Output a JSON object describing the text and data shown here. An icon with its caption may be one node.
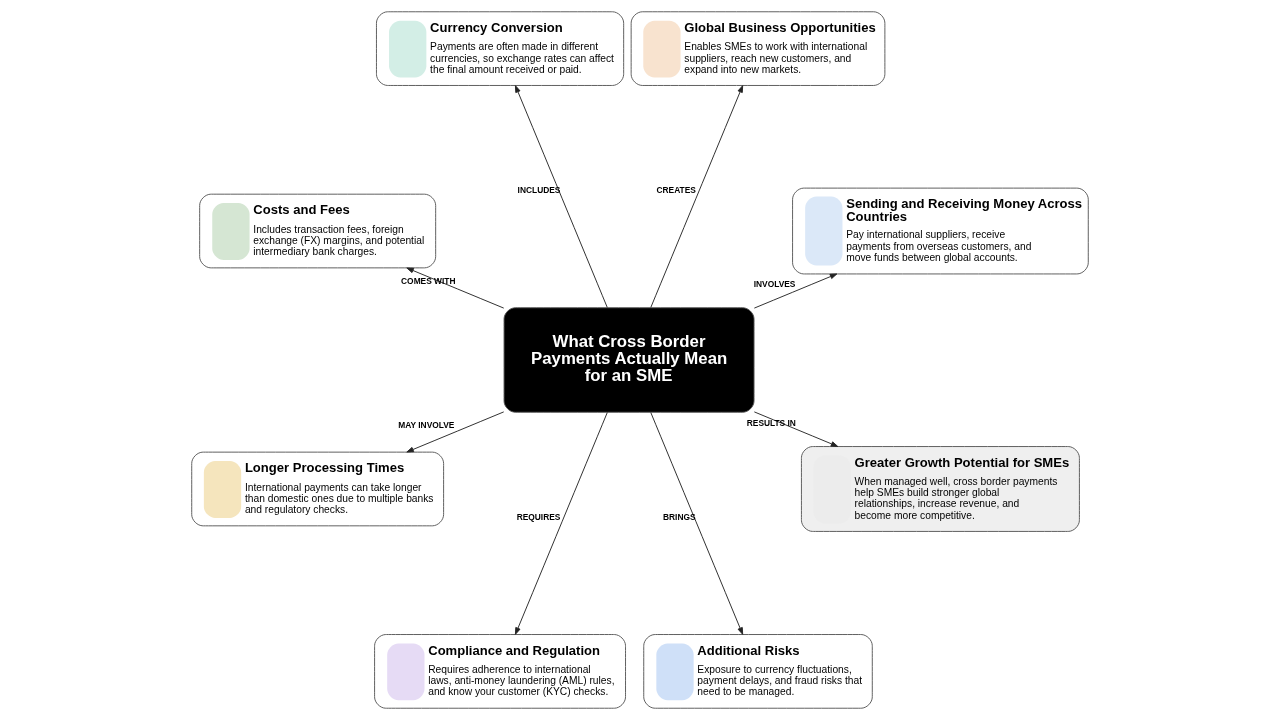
{
  "diagram": {
    "nodes": [
      {
        "text": [
          "What Cross Border Payments Actually Mean for an SME"
        ]
      },
      {
        "text": [
          "Sending and Receiving Money Across Countries",
          "Pay international suppliers, receive payments from overseas customers, and move funds between global accounts."
        ]
      },
      {
        "text": [
          "Global Business Opportunities",
          "Enables SMEs to work with international suppliers, reach new customers, and expand into new markets."
        ]
      },
      {
        "text": [
          "Currency Conversion",
          "Payments are often made in different currencies, so exchange rates can affect the final amount received or paid."
        ]
      },
      {
        "text": [
          "Costs and Fees",
          "Includes transaction fees, foreign exchange (FX) margins, and potential intermediary bank charges."
        ]
      },
      {
        "text": [
          "Longer Processing Times",
          "International payments can take longer than domestic ones due to multiple banks and regulatory checks."
        ]
      },
      {
        "text": [
          "Compliance and Regulation",
          "Requires adherence to international laws, anti-money laundering (AML) rules, and know your customer (KYC) checks."
        ]
      },
      {
        "text": [
          "Additional Risks",
          "Exposure to currency fluctuations, payment delays, and fraud risks that need to be managed."
        ]
      },
      {
        "text": [
          "Greater Growth Potential for SMEs",
          "When managed well, cross border payments help SMEs build stronger global relationships, increase revenue, and become more competitive."
        ]
      }
    ],
    "edges": [
      {
        "from": 0,
        "to": 1,
        "arrow": "to",
        "label": "INVOLVES"
      },
      {
        "from": 0,
        "to": 2,
        "arrow": "to",
        "label": "CREATES"
      },
      {
        "from": 0,
        "to": 3,
        "arrow": "to",
        "label": "INCLUDES"
      },
      {
        "from": 0,
        "to": 4,
        "arrow": "to",
        "label": "COMES WITH"
      },
      {
        "from": 0,
        "to": 5,
        "arrow": "to",
        "label": "MAY INVOLVE"
      },
      {
        "from": 0,
        "to": 6,
        "arrow": "to",
        "label": "REQUIRES"
      },
      {
        "from": 0,
        "to": 7,
        "arrow": "to",
        "label": "BRINGS"
      },
      {
        "from": 0,
        "to": 8,
        "arrow": "to",
        "label": "RESULTS IN"
      }
    ]
  }
}
